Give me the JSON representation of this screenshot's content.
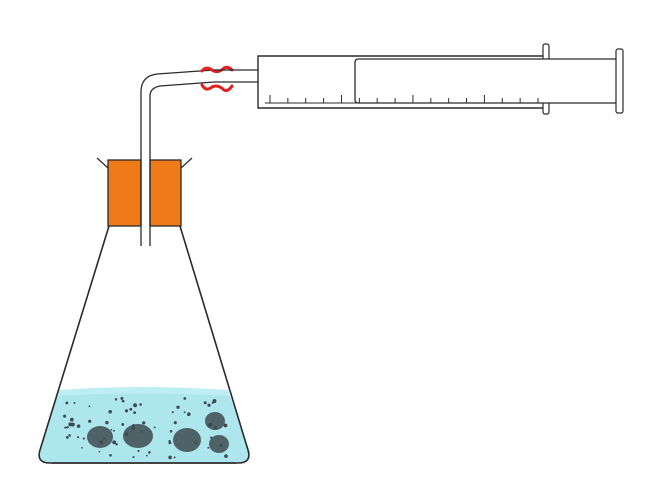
{
  "diagram": {
    "title": "",
    "components": [
      {
        "id": "erlenmeyer-flask",
        "label": ""
      },
      {
        "id": "rubber-stopper",
        "label": ""
      },
      {
        "id": "delivery-tube",
        "label": ""
      },
      {
        "id": "tube-clamp",
        "label": ""
      },
      {
        "id": "gas-syringe",
        "label": ""
      },
      {
        "id": "solution",
        "label": ""
      },
      {
        "id": "solid-pieces",
        "label": ""
      }
    ],
    "colors": {
      "outline": "#2a2a2a",
      "stopper": "#f07a17",
      "stopper_dark": "#d9650c",
      "liquid": "#aee6ee",
      "liquid_surface": "#bdeef4",
      "solid": "#3d4a4f",
      "clamp": "#e01f1f",
      "tube_fill": "#f2f2f2"
    },
    "syringe_scale_ticks": 16
  }
}
